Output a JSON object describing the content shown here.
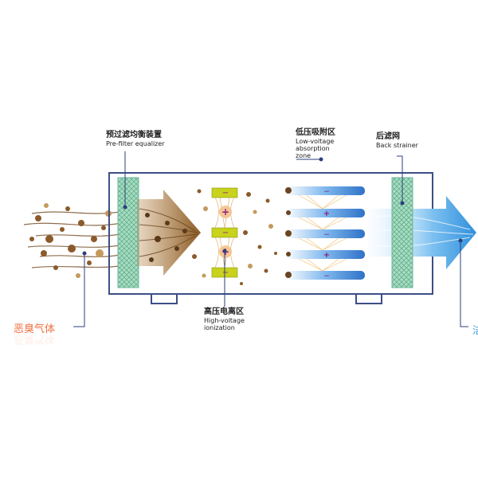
{
  "labels": {
    "prefilter": {
      "zh": "预过滤均衡装置",
      "en": "Pre-filter equalizer"
    },
    "low_voltage": {
      "zh": "低压吸附区",
      "en_lines": [
        "Low-voltage",
        "absorption",
        "zone"
      ]
    },
    "back_strainer": {
      "zh": "后滤网",
      "en": "Back strainer"
    },
    "high_voltage": {
      "zh": "高压电离区",
      "en_lines": [
        "High-voltage",
        "ionization"
      ]
    },
    "odor_gas": "恶臭气体",
    "clean_air_cut": "洁"
  },
  "ion_signs": {
    "plus": "+",
    "minus": "−"
  },
  "colors": {
    "frame": "#3c4f86",
    "dirty_particle": "#8b5a2b",
    "mesh": "#8fcfb0",
    "plate_yellow": "#c9d21c",
    "plate_blue": "#4a90e2",
    "clean_air": "#3aa0e0",
    "odor_text": "#f07040",
    "wire": "#f0c070"
  }
}
